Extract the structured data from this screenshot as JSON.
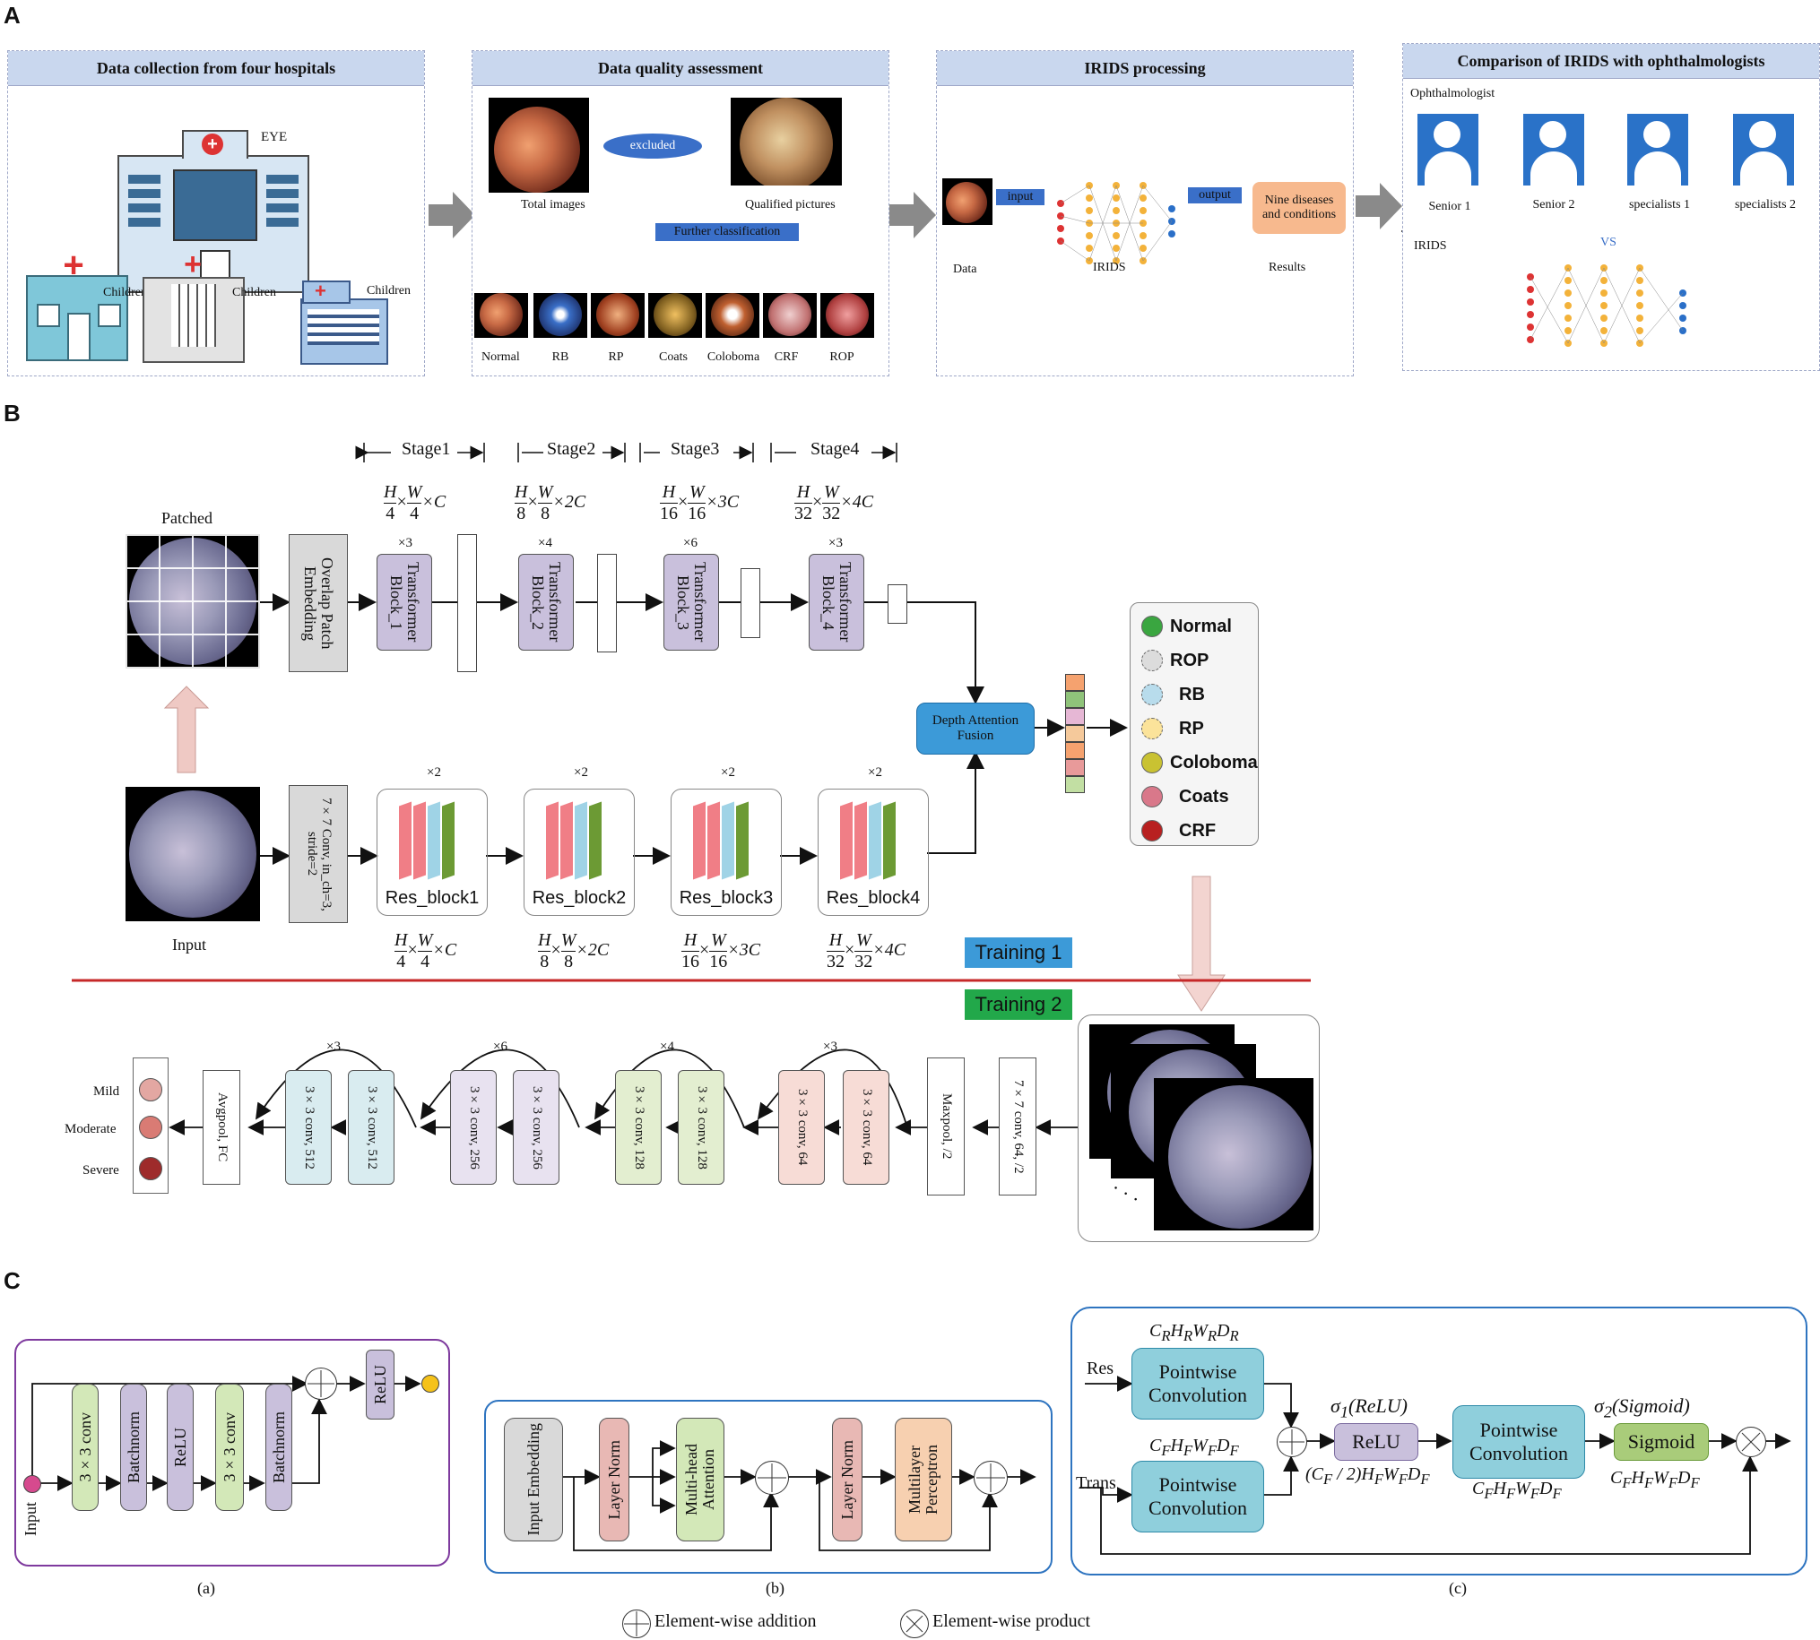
{
  "labels": {
    "A": "A",
    "B": "B",
    "C": "C"
  },
  "partA": {
    "p1": {
      "title": "Data collection from four hospitals",
      "eye": "EYE",
      "c1": "Children",
      "c2": "Children",
      "c3": "Children"
    },
    "p2": {
      "title": "Data quality assessment",
      "excluded": "excluded",
      "total": "Total images",
      "qualified": "Qualified pictures",
      "further": "Further classification",
      "classes": [
        "Normal",
        "RB",
        "RP",
        "Coats",
        "Coloboma",
        "CRF",
        "ROP"
      ]
    },
    "p3": {
      "title": "IRIDS processing",
      "input": "input",
      "output": "output",
      "nine": "Nine diseases and conditions",
      "data": "Data",
      "irids": "IRIDS",
      "results": "Results"
    },
    "p4": {
      "title": "Comparison of IRIDS with ophthalmologists",
      "oph": "Ophthalmologist",
      "docs": [
        "Senior 1",
        "Senior 2",
        "specialists 1",
        "specialists 2"
      ],
      "irids": "IRIDS",
      "vs": "VS"
    }
  },
  "partB": {
    "stages": [
      "Stage1",
      "Stage2",
      "Stage3",
      "Stage4"
    ],
    "topdims": [
      {
        "n1": "H",
        "d1": "4",
        "n2": "W",
        "d2": "4",
        "tail": "×C"
      },
      {
        "n1": "H",
        "d1": "8",
        "n2": "W",
        "d2": "8",
        "tail": "×2C"
      },
      {
        "n1": "H",
        "d1": "16",
        "n2": "W",
        "d2": "16",
        "tail": "×3C"
      },
      {
        "n1": "H",
        "d1": "32",
        "n2": "W",
        "d2": "32",
        "tail": "×4C"
      }
    ],
    "repeatsTop": [
      "×3",
      "×4",
      "×6",
      "×3"
    ],
    "transformers": [
      "Transformer Block_1",
      "Transformer Block_2",
      "Transformer Block_3",
      "Transformer Block_4"
    ],
    "patched": "Patched",
    "overlap": "Overlap Patch Embedding",
    "conv7": "7×7 Conv, in_ch=3, stride=2",
    "input": "Input",
    "repeatsRes": [
      "×2",
      "×2",
      "×2",
      "×2"
    ],
    "resblocks": [
      "Res_block1",
      "Res_block2",
      "Res_block3",
      "Res_block4"
    ],
    "daf": "Depth Attention Fusion",
    "classes": [
      {
        "name": "Normal",
        "color": "#3aa640"
      },
      {
        "name": "ROP",
        "color": "#dcdcdc"
      },
      {
        "name": "RB",
        "color": "#b8dcec"
      },
      {
        "name": "RP",
        "color": "#fbe39a"
      },
      {
        "name": "Coloboma",
        "color": "#c9c232"
      },
      {
        "name": "Coats",
        "color": "#d9788a"
      },
      {
        "name": "CRF",
        "color": "#b82020"
      }
    ],
    "training1": "Training 1",
    "training2": "Training 2",
    "bottomLayers": [
      "7×7 conv, 64, /2",
      "Maxpool, /2",
      "3×3 conv, 64",
      "3×3 conv, 64",
      "3×3 conv, 128",
      "3×3 conv, 128",
      "3×3 conv, 256",
      "3×3 conv, 256",
      "3×3 conv, 512",
      "3×3 conv, 512",
      "Avgpool, FC"
    ],
    "loopRepeats": [
      "×3",
      "×4",
      "×6",
      "×3"
    ],
    "severity": [
      {
        "name": "Mild",
        "color": "#e3a7a2"
      },
      {
        "name": "Moderate",
        "color": "#d97b74"
      },
      {
        "name": "Severe",
        "color": "#9e2b2b"
      }
    ],
    "dots": "· · ·"
  },
  "partC": {
    "a": {
      "input": "Input",
      "blocks": [
        "3×3 conv",
        "Batchnorm",
        "ReLU",
        "3×3 conv",
        "Batchnorm"
      ],
      "relu": "ReLU",
      "caption": "(a)"
    },
    "b": {
      "blocks": [
        "Input Embedding",
        "Layer Norm",
        "Multi-head Attention",
        "Layer Norm",
        "Multilayer Perceptron"
      ],
      "caption": "(b)"
    },
    "c": {
      "res": "Res",
      "trans": "Trans",
      "pw1": "Pointwise Convolution",
      "pw2": "Pointwise Convolution",
      "pw3": "Pointwise Convolution",
      "relu": "ReLU",
      "sigmoid": "Sigmoid",
      "crhrwrdr": "CRHRWRDR",
      "cfhfwfdf": "CFHFWFDF",
      "sigma1": "σ1(ReLU)",
      "sigma2": "σ2(Sigmoid)",
      "half": "(CF / 2)HFWFDF",
      "out1": "CFHFWFDF",
      "out2": "CFHFWFDF",
      "caption": "(c)"
    },
    "legend": {
      "add": "Element-wise addition",
      "prod": "Element-wise product"
    }
  }
}
